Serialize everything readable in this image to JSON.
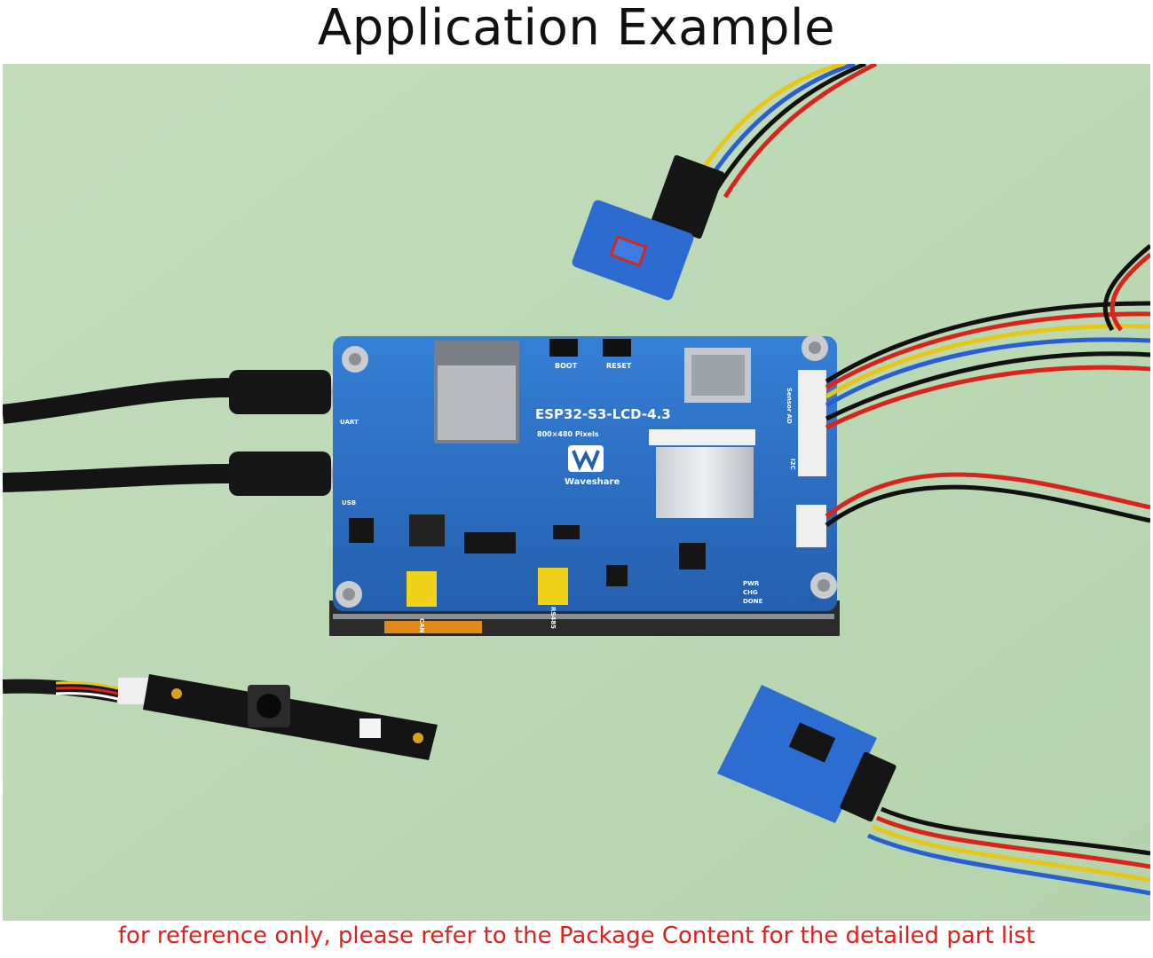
{
  "header": {
    "title": "Application Example"
  },
  "photo": {
    "board": {
      "model": "ESP32-S3-LCD-4.3",
      "resolution": "800×480 Pixels",
      "brand": "Waveshare",
      "labels": [
        "BOOT",
        "RESET",
        "UART",
        "USB",
        "CAN",
        "RS485",
        "I2C",
        "Sensor AD",
        "PWR",
        "CHG",
        "DONE"
      ]
    }
  },
  "footer": {
    "caption": "for reference only, please refer to the Package Content for the detailed part list"
  },
  "colors": {
    "background": "#bcd9b4",
    "board": "#2a6fc4",
    "caption": "#e0201c",
    "cable": "#111111"
  }
}
